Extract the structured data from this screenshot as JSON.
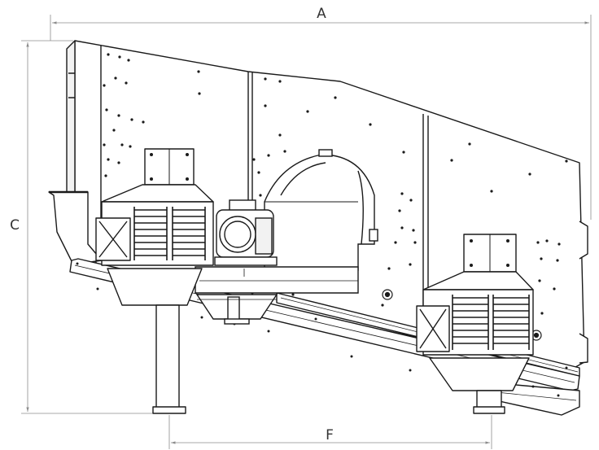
{
  "dimensions": {
    "a": "A",
    "c": "C",
    "f": "F"
  },
  "colors": {
    "line": "#1a1a1a",
    "dim_line": "#8c8c8c",
    "background": "#ffffff"
  }
}
